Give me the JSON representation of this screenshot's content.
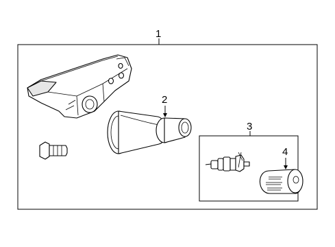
{
  "callouts": {
    "c1": "1",
    "c2": "2",
    "c3": "3",
    "c4": "4"
  },
  "parts": [
    {
      "callout": "1",
      "name": "tire-pressure-sensor-assembly"
    },
    {
      "callout": "2",
      "name": "valve-stem-grommet"
    },
    {
      "callout": "3",
      "name": "valve-core-and-cap-kit"
    },
    {
      "callout": "4",
      "name": "valve-cap"
    }
  ]
}
